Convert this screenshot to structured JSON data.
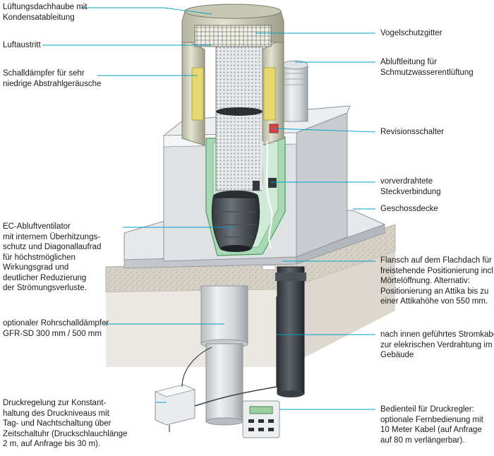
{
  "labels_left": [
    {
      "id": "lueftungsdachhaube",
      "lines": [
        "Lüftungsdachhaube mit",
        "Kondensatableitung"
      ]
    },
    {
      "id": "luftaustritt",
      "lines": [
        "Luftaustritt"
      ]
    },
    {
      "id": "schalldaempfer",
      "lines": [
        "Schalldämpfer für sehr",
        "niedrige Abstrahlgeräusche"
      ]
    },
    {
      "id": "ec-abluftventilator",
      "lines": [
        "EC-Abluftventilator",
        "mit internem Überhitzungs-",
        "schutz und Diagonallaufrad",
        "für höchstmöglichen",
        "Wirkungsgrad und",
        "deutlicher Reduzierung",
        "der Strömungsverluste."
      ]
    },
    {
      "id": "rohrschalldaempfer",
      "lines": [
        "optionaler Rohrschalldämpfer",
        "GFR-SD 300 mm / 500 mm"
      ]
    },
    {
      "id": "druckregelung",
      "lines": [
        "Druckregelung zur Konstant-",
        "haltung des Druckniveaus mit",
        "Tag- und Nachtschaltung über",
        "Zeitschaltuhr (Druckschlauchlänge",
        "2 m, auf Anfrage bis 30 m)."
      ]
    }
  ],
  "labels_right": [
    {
      "id": "vogelschutzgitter",
      "lines": [
        "Vogelschutzgitter"
      ]
    },
    {
      "id": "abluftleitung",
      "lines": [
        "Abluftleitung für",
        "Schmutzwasserentlüftung"
      ]
    },
    {
      "id": "revisionsschalter",
      "lines": [
        "Revisionsschalter"
      ]
    },
    {
      "id": "steckverbindung",
      "lines": [
        "vorverdrahtete",
        "Steckverbindung"
      ]
    },
    {
      "id": "geschossdecke",
      "lines": [
        "Geschossdecke"
      ]
    },
    {
      "id": "flansch",
      "lines": [
        "Flansch auf dem Flachdach für",
        "freistehende Positionierung incl.",
        "Mörtelöffnung. Alternativ:",
        "Positionierung an Attika bis zu",
        "einer Attikahöhe von 550 mm."
      ]
    },
    {
      "id": "stromkabel",
      "lines": [
        "nach innen geführtes Stromkabel",
        "zur elekrischen Verdrahtung im",
        "Gebäude"
      ]
    },
    {
      "id": "bedienteil",
      "lines": [
        "Bedienteil für Druckregler:",
        "optionale Fernbedienung mit",
        "10 Meter Kabel (auf Anfrage",
        "auf 80 m verlängerbar)."
      ]
    }
  ],
  "colors": {
    "leader": "#00a0c6",
    "liner": "#a8d8b4",
    "insulation": "#e8d870",
    "metal_light": "#e2e4e6",
    "metal_dark": "#9ea3a8",
    "cable": "#3c4247",
    "concrete": "#cfc9bd"
  }
}
